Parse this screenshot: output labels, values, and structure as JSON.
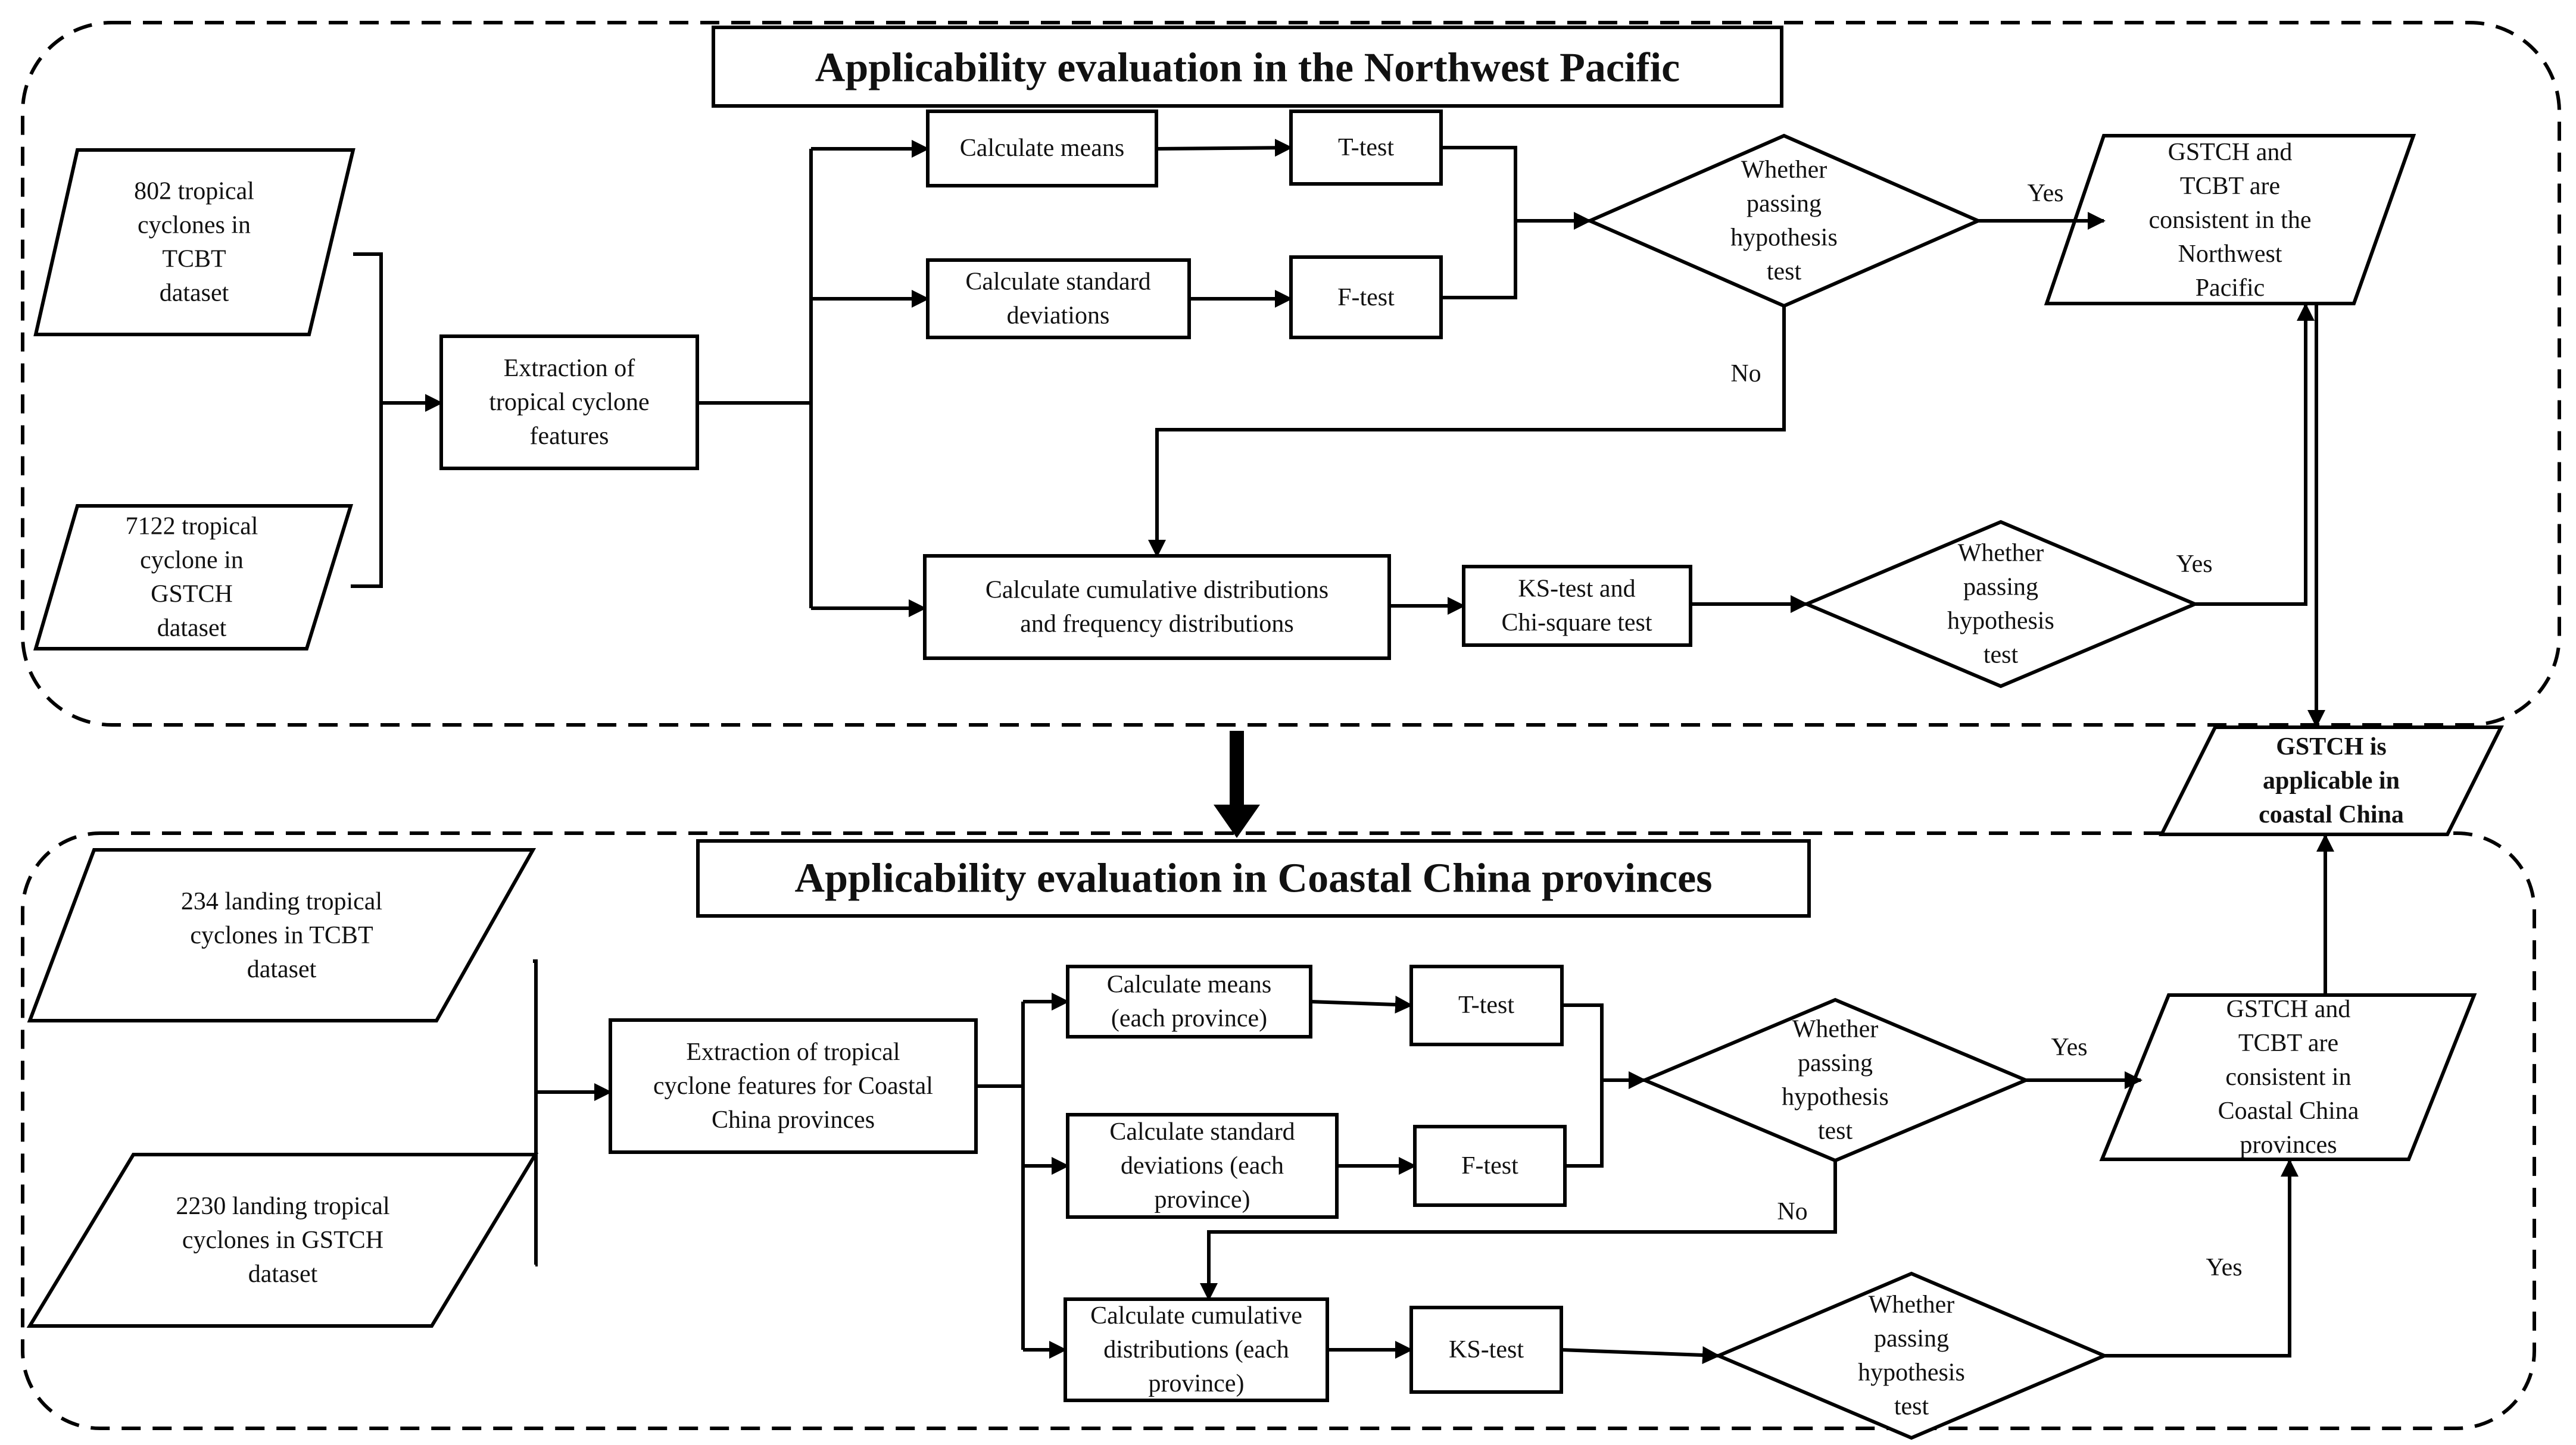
{
  "titles": {
    "northwest": "Applicability evaluation in the Northwest Pacific",
    "coastal": "Applicability evaluation in Coastal China provinces"
  },
  "northwest": {
    "input_tcbt": [
      "802 tropical",
      "cyclones in",
      "TCBT",
      "dataset"
    ],
    "input_gstch": [
      "7122 tropical",
      "cyclone in",
      "GSTCH",
      "dataset"
    ],
    "extract": [
      "Extraction of",
      "tropical cyclone",
      "features"
    ],
    "means": [
      "Calculate means"
    ],
    "ttest": [
      "T-test"
    ],
    "std": [
      "Calculate standard",
      "deviations"
    ],
    "ftest": [
      "F-test"
    ],
    "decision1": [
      "Whether",
      "passing",
      "hypothesis",
      "test"
    ],
    "cumulative": [
      "Calculate cumulative distributions",
      "and frequency distributions"
    ],
    "kschi": [
      "KS-test and",
      "Chi-square test"
    ],
    "decision2": [
      "Whether",
      "passing",
      "hypothesis",
      "test"
    ],
    "consistent": [
      "GSTCH and",
      "TCBT are",
      "consistent in the",
      "Northwest",
      "Pacific"
    ],
    "yes1": "Yes",
    "yes2": "Yes",
    "no": "No"
  },
  "conclusion": [
    "GSTCH is",
    "applicable in",
    "coastal China"
  ],
  "coastal": {
    "input_tcbt": [
      "234 landing tropical",
      "cyclones in TCBT",
      "dataset"
    ],
    "input_gstch": [
      "2230 landing tropical",
      "cyclones in GSTCH",
      "dataset"
    ],
    "extract": [
      "Extraction of tropical",
      "cyclone features for Coastal",
      "China provinces"
    ],
    "means": [
      "Calculate means",
      "(each province)"
    ],
    "ttest": [
      "T-test"
    ],
    "std": [
      "Calculate standard",
      "deviations (each",
      "province)"
    ],
    "ftest": [
      "F-test"
    ],
    "decision1": [
      "Whether",
      "passing",
      "hypothesis",
      "test"
    ],
    "cumulative": [
      "Calculate cumulative",
      "distributions (each",
      "province)"
    ],
    "kstest": [
      "KS-test"
    ],
    "decision2": [
      "Whether",
      "passing",
      "hypothesis",
      "test"
    ],
    "consistent": [
      "GSTCH and",
      "TCBT are",
      "consistent in",
      "Coastal China",
      "provinces"
    ],
    "yes1": "Yes",
    "yes2": "Yes",
    "no": "No"
  }
}
